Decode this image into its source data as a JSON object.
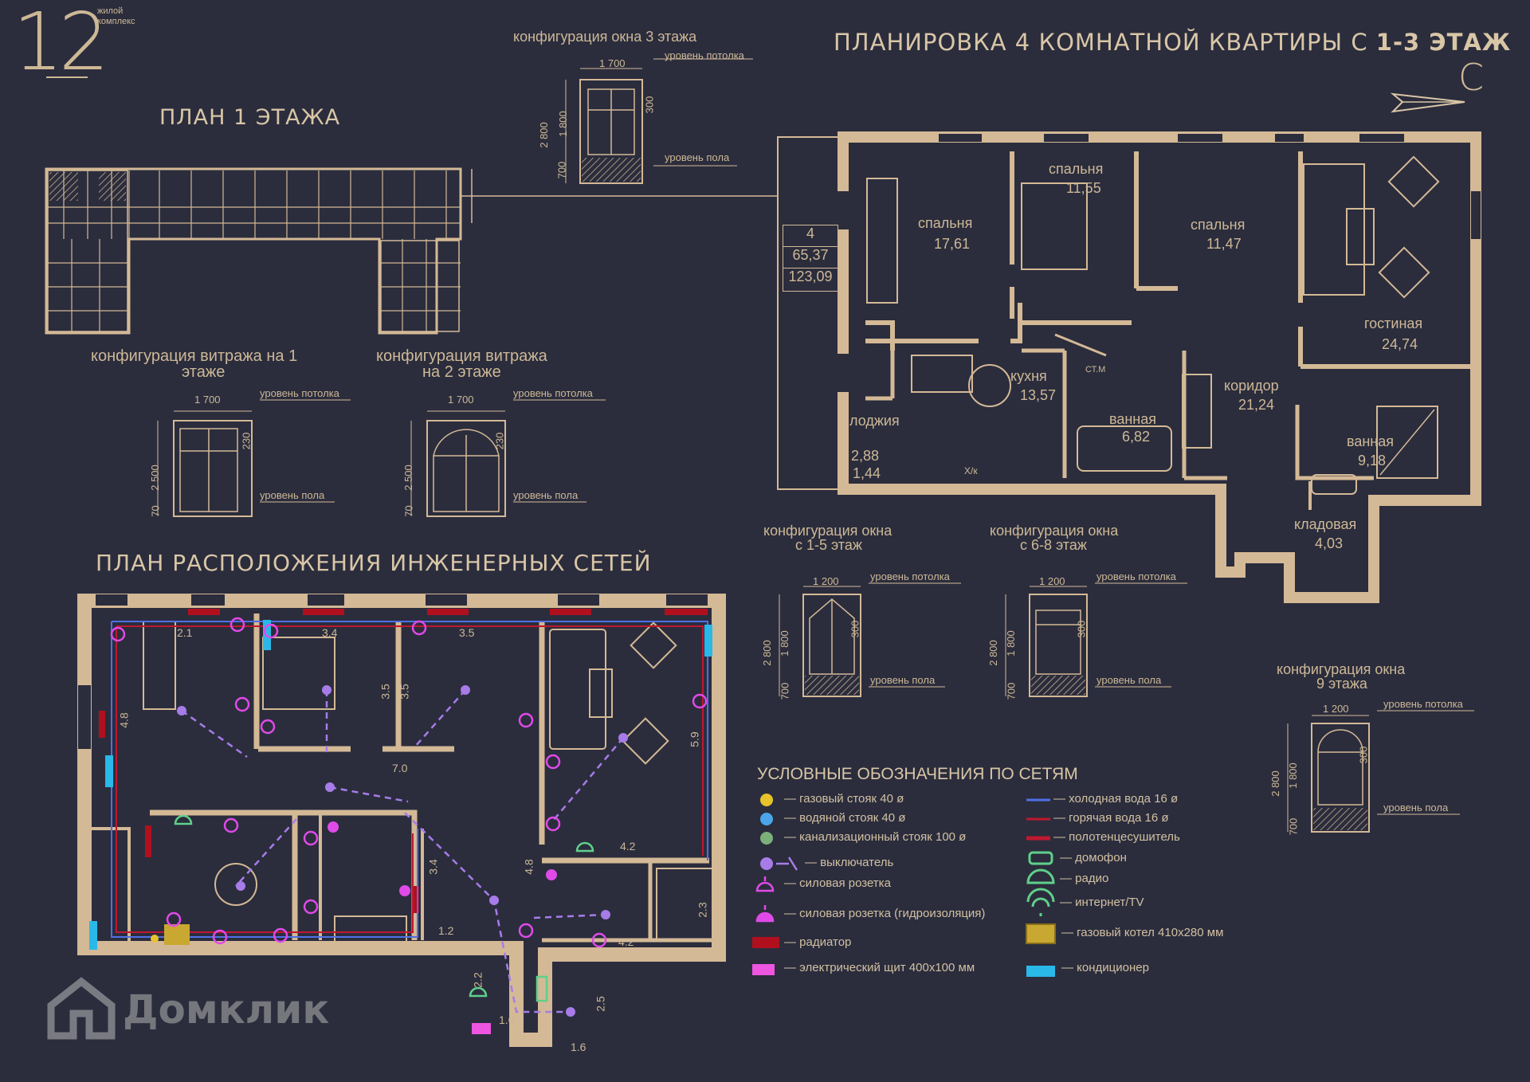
{
  "logo": {
    "number": "12",
    "line1": "жилой",
    "line2": "комплекс"
  },
  "title": {
    "main": "ПЛАНИРОВКА 4 КОМНАТНОЙ КВАРТИРЫ С ",
    "bold": "1-3 ЭТАЖ",
    "compass": "С"
  },
  "sections": {
    "plan_floor1": "ПЛАН 1 ЭТАЖА",
    "engineering": "ПЛАН РАСПОЛОЖЕНИЯ ИНЖЕНЕРНЫХ СЕТЕЙ",
    "legend_title": "УСЛОВНЫЕ ОБОЗНАЧЕНИЯ ПО СЕТЯМ"
  },
  "windows": {
    "w3": {
      "title": "конфигурация окна 3 этажа",
      "width": "1 700",
      "h1": "2 800",
      "h2": "1 800",
      "h3": "700",
      "h4": "300",
      "top": "уровень потолка",
      "bottom": "уровень пола"
    },
    "v1": {
      "title1": "конфигурация витража на 1",
      "title2": "этаже",
      "width": "1 700",
      "h1": "2 500",
      "h2": "70",
      "h3": "230",
      "top": "уровень потолка",
      "bottom": "уровень пола"
    },
    "v2": {
      "title1": "конфигурация витража",
      "title2": "на 2 этаже",
      "width": "1 700",
      "h1": "2 500",
      "h2": "70",
      "h3": "230",
      "top": "уровень потолка",
      "bottom": "уровень пола"
    },
    "w15": {
      "title1": "конфигурация окна",
      "title2": "с 1-5 этаж",
      "width": "1 200",
      "h1": "2 800",
      "h2": "1 800",
      "h3": "700",
      "h4": "300",
      "top": "уровень потолка",
      "bottom": "уровень пола"
    },
    "w68": {
      "title1": "конфигурация окна",
      "title2": "с 6-8 этаж",
      "width": "1 200",
      "h1": "2 800",
      "h2": "1 800",
      "h3": "700",
      "h4": "300",
      "top": "уровень потолка",
      "bottom": "уровень пола"
    },
    "w9": {
      "title1": "конфигурация окна",
      "title2": "9 этажа",
      "width": "1 200",
      "h1": "2 800",
      "h2": "1 800",
      "h3": "700",
      "h4": "300",
      "top": "уровень потолка",
      "bottom": "уровень пола"
    }
  },
  "apartment": {
    "badge": {
      "rooms": "4",
      "living": "65,37",
      "total": "123,09"
    },
    "rooms": [
      {
        "name": "спальня",
        "area": "17,61"
      },
      {
        "name": "спальня",
        "area": "11,55"
      },
      {
        "name": "спальня",
        "area": "11,47"
      },
      {
        "name": "гостиная",
        "area": "24,74"
      },
      {
        "name": "кухня",
        "area": "13,57"
      },
      {
        "name": "лоджия",
        "area": "2,88"
      },
      {
        "name": "",
        "area": "1,44"
      },
      {
        "name": "ванная",
        "area": "6,82"
      },
      {
        "name": "коридор",
        "area": "21,24"
      },
      {
        "name": "ванная",
        "area": "9,18"
      },
      {
        "name": "кладовая",
        "area": "4,03"
      }
    ],
    "labels": {
      "stm": "СТ.М",
      "xk": "Х/к"
    }
  },
  "eng_dims": [
    "2.1",
    "3.4",
    "3.5",
    "3.5",
    "3.5",
    "4.8",
    "7.0",
    "5.9",
    "4.8",
    "4.2",
    "3.4",
    "1.2",
    "2.3",
    "4.2",
    "2.2",
    "1.6",
    "2.5",
    "1.6"
  ],
  "legend": {
    "left": [
      "— газовый стояк 40 ø",
      "— водяной стояк 40 ø",
      "— канализационный стояк 100 ø",
      "— выключатель",
      "— силовая розетка",
      "— силовая розетка (гидроизоляция)",
      "— радиатор",
      "— электрический щит 400х100 мм"
    ],
    "right": [
      "— холодная вода 16 ø",
      "— горячая вода 16 ø",
      "— полотенцесушитель",
      "— домофон",
      "— радио",
      "— интернет/TV",
      "— газовый котел 410х280 мм",
      "— кондиционер"
    ],
    "colors": {
      "gas": "#e8c22a",
      "water": "#4aa6e8",
      "sewer": "#7bb07a",
      "switch": "#a77ce8",
      "socket": "#e04ae8",
      "radiator": "#b0101e",
      "panel": "#ee55e0",
      "cold": "#4f6fe8",
      "hot": "#c01830",
      "intercom": "#5fd08a",
      "boiler": "#c9a832",
      "ac": "#2ab8e8"
    }
  },
  "watermark": "Домклик",
  "colors": {
    "bg": "#2b2d3d",
    "wall": "#d4b996",
    "text": "#cdb896"
  }
}
